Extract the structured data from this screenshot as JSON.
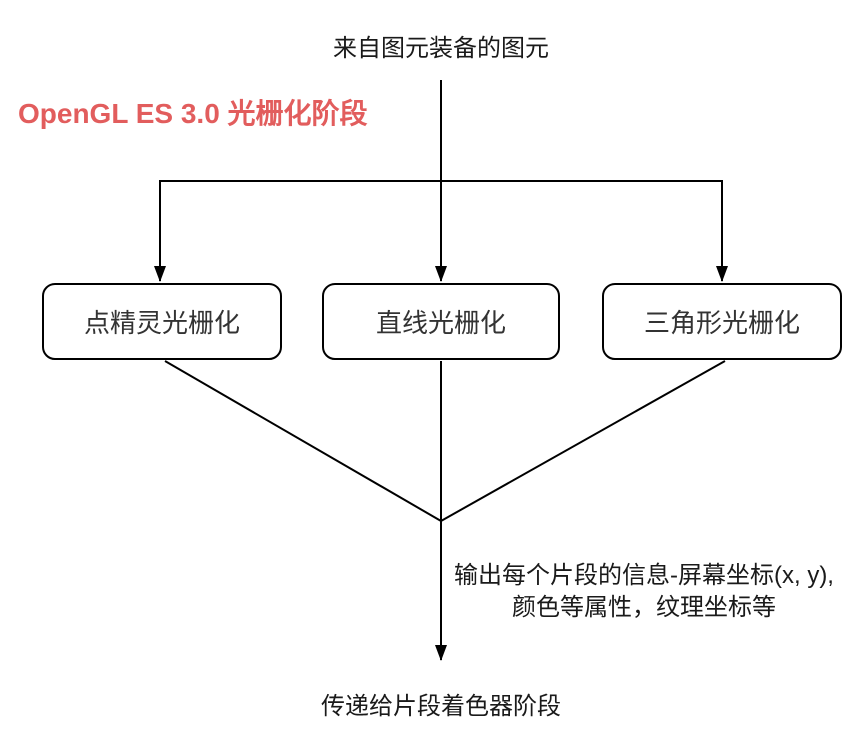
{
  "colors": {
    "accent": "#E25D5D",
    "line": "#000000",
    "text": "#1a1a1a"
  },
  "flow": {
    "source_label": "来自图元装备的图元",
    "stage_title": "OpenGL ES 3.0 光栅化阶段",
    "nodes": [
      {
        "label": "点精灵光栅化"
      },
      {
        "label": "直线光栅化"
      },
      {
        "label": "三角形光栅化"
      }
    ],
    "output_annotation": {
      "line1": "输出每个片段的信息-屏幕坐标(x, y),",
      "line2": "颜色等属性，纹理坐标等"
    },
    "target_label": "传递给片段着色器阶段"
  }
}
